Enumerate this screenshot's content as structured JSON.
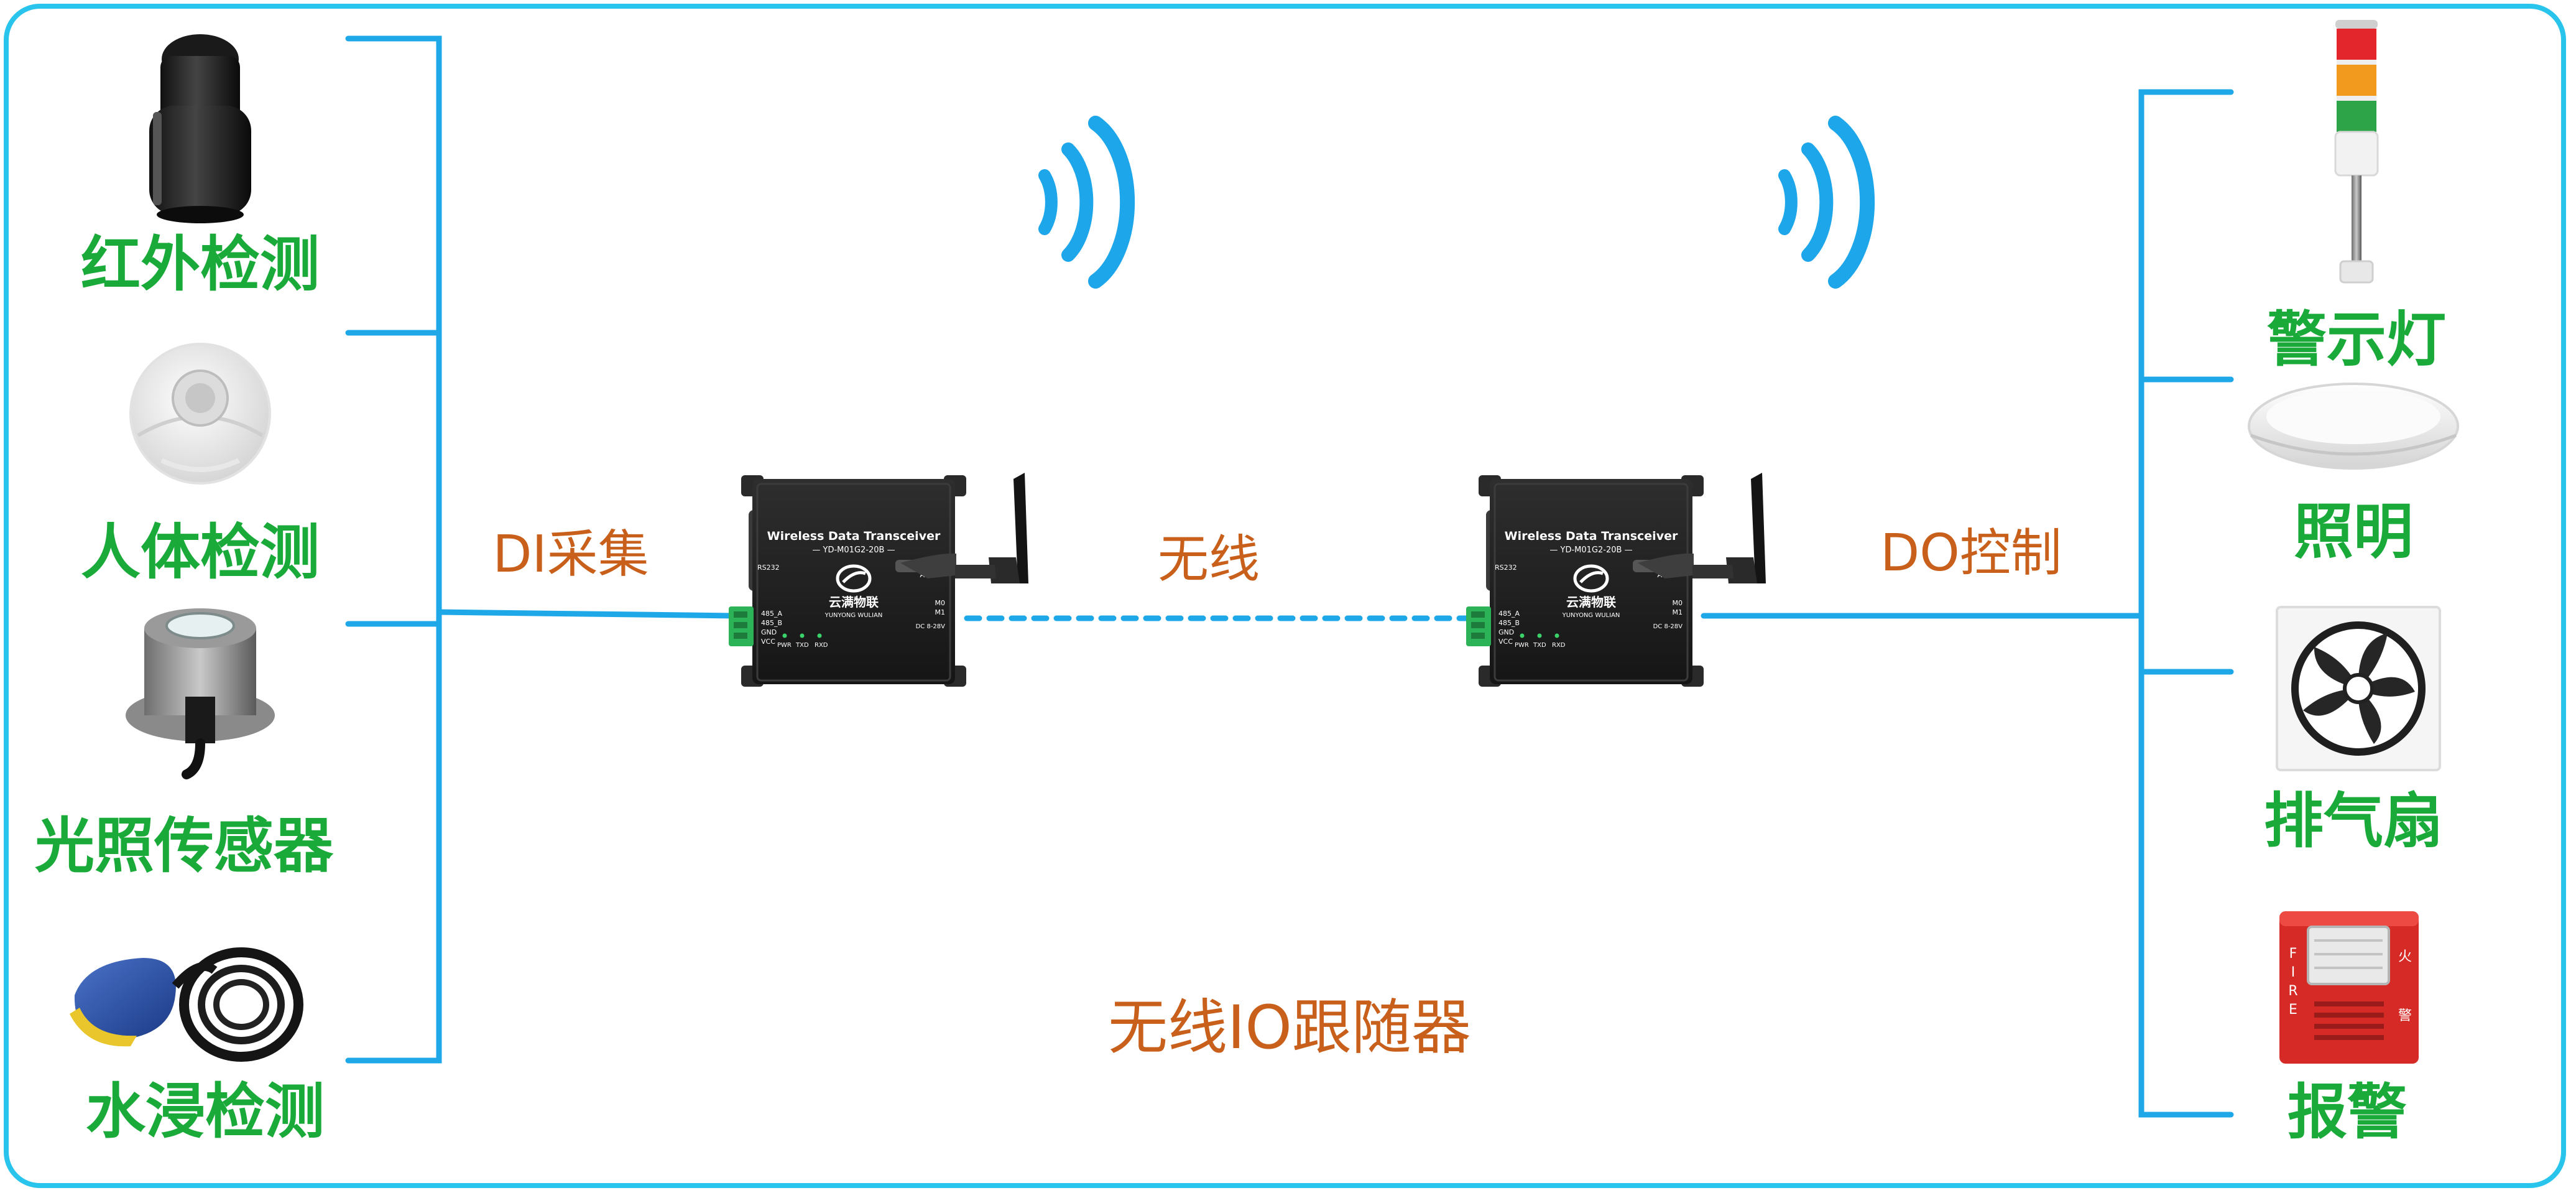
{
  "colors": {
    "frame": "#29c4ec",
    "wire": "#1fa8e8",
    "sensor_label": "#1aaa3a",
    "link_label": "#c8601c",
    "device_body": "#222222"
  },
  "sensors": [
    {
      "label": "红外检测",
      "icon": "infrared-beam-detector-icon"
    },
    {
      "label": "人体检测",
      "icon": "pir-motion-sensor-icon"
    },
    {
      "label": "光照传感器",
      "icon": "light-sensor-icon"
    },
    {
      "label": "水浸检测",
      "icon": "water-float-switch-icon"
    }
  ],
  "actuators": [
    {
      "label": "警示灯",
      "icon": "signal-tower-light-icon"
    },
    {
      "label": "照明",
      "icon": "ceiling-lamp-icon"
    },
    {
      "label": "排气扇",
      "icon": "exhaust-fan-icon"
    },
    {
      "label": "报警",
      "icon": "fire-alarm-strobe-icon"
    }
  ],
  "links": {
    "input": "DI采集",
    "wireless": "无线",
    "output": "DO控制"
  },
  "title": "无线IO跟随器",
  "device": {
    "header": "Wireless Data Transceiver",
    "model": "— YD-M01G2-20B —",
    "brand": "云满物联",
    "brand_sub": "YUNYONG WULIAN",
    "ports": {
      "rs232": "RS232",
      "ant": "ANT",
      "rs485_a": "485_A",
      "rs485_b": "485_B",
      "gnd": "GND",
      "vcc": "VCC",
      "m0": "M0",
      "m1": "M1",
      "dc": "DC 8-28V",
      "pwr": "PWR",
      "txd": "TXD",
      "rxd": "RXD"
    }
  },
  "fire_alarm": {
    "fire_text": "FIRE",
    "cn_top": "火",
    "cn_bottom": "警"
  }
}
